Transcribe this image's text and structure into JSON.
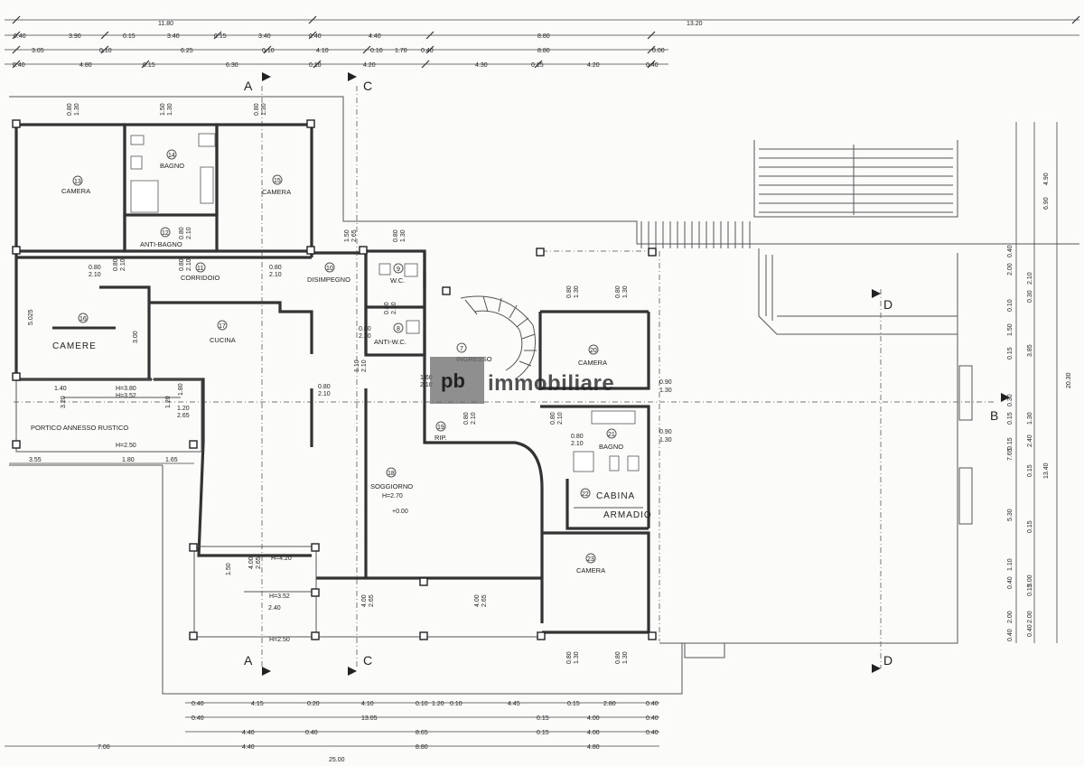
{
  "watermark": {
    "logo": "pb",
    "brand": "immobiliare"
  },
  "section_marks": [
    "A",
    "C",
    "D",
    "B",
    "A",
    "C",
    "D"
  ],
  "rooms": [
    {
      "num": "13",
      "name": "CAMERA"
    },
    {
      "num": "14",
      "name": "BAGNO"
    },
    {
      "num": "15",
      "name": "CAMERA"
    },
    {
      "num": "12",
      "name": "ANTI-BAGNO"
    },
    {
      "num": "11",
      "name": "CORRIDOIO"
    },
    {
      "num": "10",
      "name": "DISIMPEGNO"
    },
    {
      "num": "9",
      "name": "W.C."
    },
    {
      "num": "8",
      "name": "ANTI-W.C."
    },
    {
      "num": "7",
      "name": "INGRESSO"
    },
    {
      "num": "16",
      "name": ""
    },
    {
      "num": "17",
      "name": "CUCINA"
    },
    {
      "num": "18",
      "name": "SOGGIORNO"
    },
    {
      "num": "19",
      "name": "RIP."
    },
    {
      "num": "20",
      "name": "CAMERA"
    },
    {
      "num": "21",
      "name": "BAGNO"
    },
    {
      "num": "22",
      "name": ""
    },
    {
      "num": "23",
      "name": "CAMERA"
    }
  ],
  "handwritten": {
    "room16": "CAMERE",
    "room22_a": "CABINA",
    "room22_b": "ARMADIO"
  },
  "porches": {
    "portico_label": "PORTICO ANNESSO RUSTICO",
    "h380": "H=3.80",
    "h352": "H=3.52",
    "h250": "H=2.50",
    "s_h420": "H=4.20",
    "s_h352": "H=3.52",
    "s_h250": "H=2.50",
    "h270": "H=2.70",
    "level": "+0.00"
  },
  "top_dims": {
    "r1": [
      "11.80",
      "13.20"
    ],
    "r2": [
      "0.40",
      "3.90",
      "0.15",
      "3.40",
      "0.15",
      "3.40",
      "0.40",
      "4.40",
      "8.80"
    ],
    "r3": [
      "3.05",
      "0.10",
      "6.25",
      "0.10",
      "4.10",
      "0.10",
      "1.70",
      "0.40",
      "8.80",
      "0.00"
    ],
    "r4": [
      "0.40",
      "4.80",
      "0.15",
      "6.30",
      "0.10",
      "4.20",
      "4.30",
      "0.15",
      "4.20",
      "0.40"
    ]
  },
  "bottom_dims": {
    "r1": [
      "0.40",
      "4.15",
      "0.20",
      "4.10",
      "0.10",
      "1.20",
      "0.10",
      "4.45",
      "0.15",
      "2.80",
      "0.40"
    ],
    "r2": [
      "0.40",
      "13.05",
      "0.15",
      "4.00",
      "0.40"
    ],
    "r3": [
      "4.40",
      "0.40",
      "8.65",
      "0.15",
      "4.00",
      "0.40"
    ],
    "r4": [
      "7.00",
      "4.40",
      "8.80",
      "4.80"
    ],
    "r5": [
      "25.00"
    ]
  },
  "right_dims": [
    "4.90",
    "6.90",
    "0.40",
    "2.00",
    "2.10",
    "0.10",
    "0.30",
    "1.50",
    "0.15",
    "3.85",
    "0.30",
    "1.30",
    "0.15",
    "2.40",
    "0.15",
    "7.65",
    "13.40",
    "20.30",
    "0.15",
    "5.30",
    "0.15",
    "1.10",
    "0.40",
    "3.00",
    "0.15",
    "0.40",
    "2.00",
    "2.00",
    "0.40"
  ],
  "openings": {
    "w080_130": [
      "0.80",
      "1.30"
    ],
    "w150_130": [
      "1.50",
      "1.30"
    ],
    "d080_210": [
      "0.80",
      "2.10"
    ],
    "d150_265": [
      "1.50",
      "2.65"
    ],
    "w090_130": [
      "0.90",
      "1.30"
    ],
    "d160_210": [
      "1.60",
      "2.10"
    ],
    "d110_210": [
      "1.10",
      "2.10"
    ],
    "d140_320": [
      "1.40",
      "3.20"
    ],
    "d120_265": [
      "1.20",
      "2.65"
    ],
    "d120_180": [
      "1.20",
      "1.80"
    ],
    "d400_265": [
      "4.00",
      "2.65"
    ],
    "w150": "1.50",
    "d240": "2.40",
    "v300": "3.00",
    "v5025": "5.025"
  },
  "lower_left_dims": [
    "3.55",
    "1.80",
    "1.65"
  ]
}
